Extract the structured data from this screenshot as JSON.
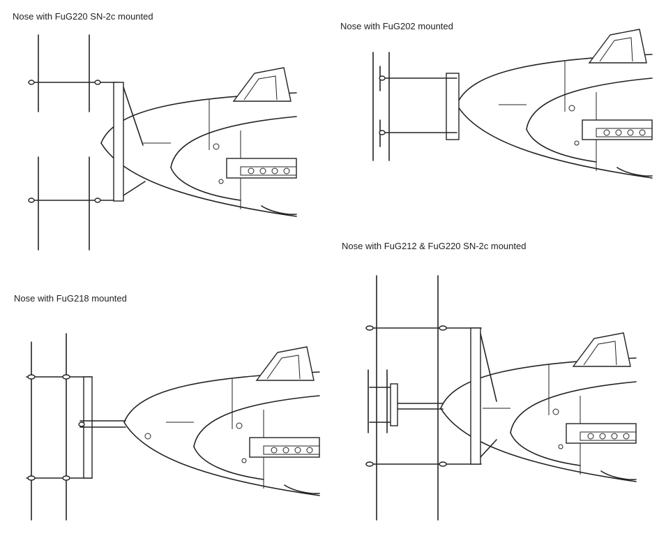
{
  "panels": [
    {
      "caption": "Nose with FuG220 SN-2c mounted"
    },
    {
      "caption": "Nose with FuG202 mounted"
    },
    {
      "caption": "Nose with FuG218 mounted"
    },
    {
      "caption": "Nose with FuG212 & FuG220 SN-2c mounted"
    }
  ]
}
